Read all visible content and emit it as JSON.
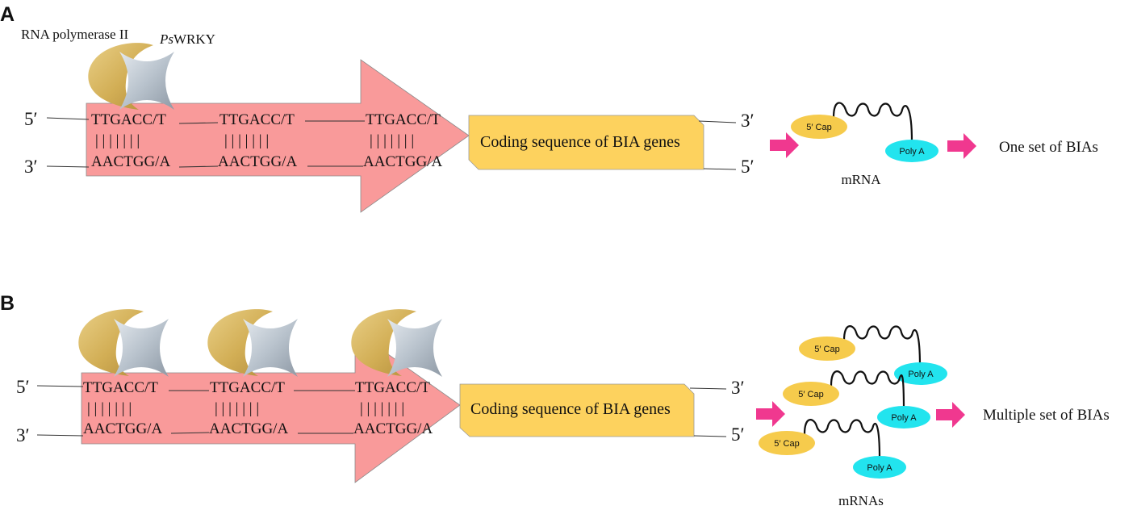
{
  "colors": {
    "promoter_fill": "#f99a9a",
    "promoter_stroke": "#8a8a8a",
    "cds_fill": "#fdd25e",
    "cap_fill": "#f6cb4c",
    "polya_fill": "#22e4ee",
    "arrow_fill": "#f0388f",
    "polymerase": "#d2ae55",
    "wrky": "#b3bdc7"
  },
  "panel_a": {
    "letter": "A",
    "polymerase_label": "RNA polymerase II",
    "wrky_label_italic": "Ps",
    "wrky_label_rest": "WRKY",
    "top_motifs": [
      "TTGACC/T",
      "TTGACC/T",
      "TTGACC/T"
    ],
    "bottom_motifs": [
      "AACTGG/A",
      "AACTGG/A",
      "AACTGG/A"
    ],
    "pairing": "| | | | | | |",
    "left_top_end": "5′",
    "left_bottom_end": "3′",
    "right_top_end": "3′",
    "right_bottom_end": "5′",
    "cds_label": "Coding sequence of BIA genes",
    "cap_label": "5′ Cap",
    "polya_label": "Poly A",
    "mrna_label": "mRNA",
    "result_label": "One set of BIAs"
  },
  "panel_b": {
    "letter": "B",
    "top_motifs": [
      "TTGACC/T",
      "TTGACC/T",
      "TTGACC/T"
    ],
    "bottom_motifs": [
      "AACTGG/A",
      "AACTGG/A",
      "AACTGG/A"
    ],
    "pairing": "| | | | | | |",
    "left_top_end": "5′",
    "left_bottom_end": "3′",
    "right_top_end": "3′",
    "right_bottom_end": "5′",
    "cds_label": "Coding sequence of BIA genes",
    "cap_label": "5′ Cap",
    "polya_label": "Poly A",
    "mrna_label": "mRNAs",
    "result_label": "Multiple set of BIAs"
  }
}
